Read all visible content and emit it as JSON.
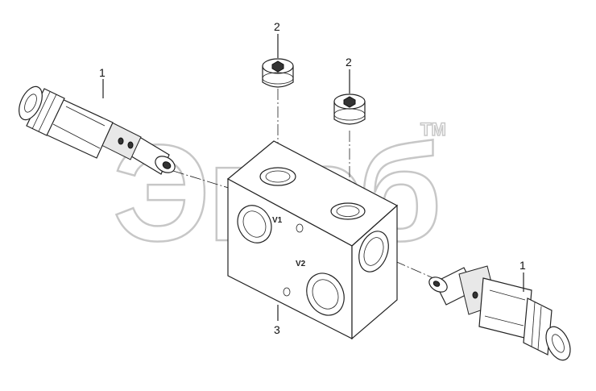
{
  "watermark": {
    "logo_text": "Эпсб",
    "trademark": "TM"
  },
  "callouts": [
    {
      "id": "cartridge-left",
      "number": "1"
    },
    {
      "id": "plug-left",
      "number": "2"
    },
    {
      "id": "plug-right",
      "number": "2"
    },
    {
      "id": "block",
      "number": "3"
    },
    {
      "id": "cartridge-right",
      "number": "1"
    }
  ],
  "ports": {
    "v1": "V1",
    "v2": "V2"
  }
}
